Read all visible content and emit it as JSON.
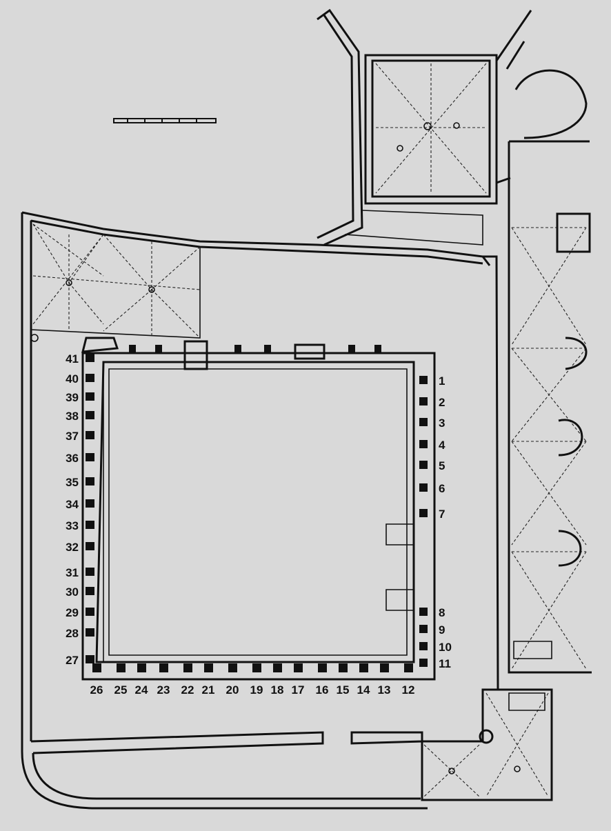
{
  "plan": {
    "bay_numbers": {
      "east": [
        "1",
        "2",
        "3",
        "4",
        "5",
        "6",
        "7",
        "8",
        "9",
        "10",
        "11"
      ],
      "south": [
        "12",
        "13",
        "14",
        "15",
        "16",
        "17",
        "18",
        "19",
        "20",
        "21",
        "22",
        "23",
        "24",
        "25",
        "26"
      ],
      "west": [
        "27",
        "28",
        "29",
        "30",
        "31",
        "32",
        "33",
        "34",
        "35",
        "36",
        "37",
        "38",
        "39",
        "40",
        "41"
      ]
    }
  }
}
